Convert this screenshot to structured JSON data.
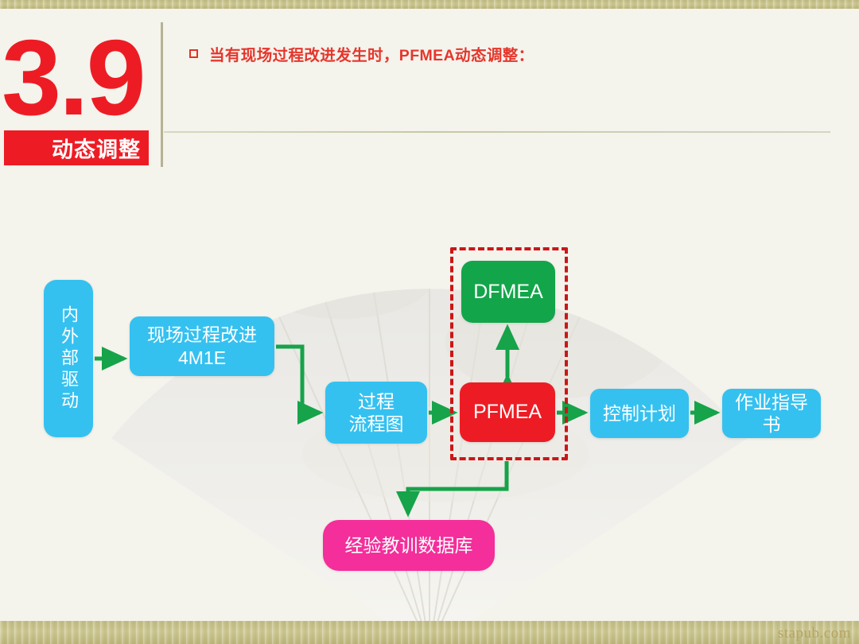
{
  "slide": {
    "section_number": "3.9",
    "section_label": "动态调整",
    "header_bullet_icon": "square-bullet-icon",
    "header_text": "当有现场过程改进发生时，PFMEA动态调整：",
    "watermark": "stapub.com"
  },
  "colors": {
    "accent_red": "#ed1c24",
    "blue": "#35c1f0",
    "green": "#13a54a",
    "pink": "#f42e9a",
    "arrow_green": "#16a34a",
    "dashed_red": "#cc1616",
    "frame_khaki": "#c2bd86",
    "background": "#f4f3ec"
  },
  "flow": {
    "nodes": [
      {
        "id": "drive",
        "label": "内外部驱动",
        "color": "blue",
        "orientation": "vertical"
      },
      {
        "id": "improve",
        "label": "现场过程改进\n4M1E",
        "color": "blue",
        "orientation": "horizontal"
      },
      {
        "id": "flowmap",
        "label": "过程\n流程图",
        "color": "blue",
        "orientation": "horizontal"
      },
      {
        "id": "dfmea",
        "label": "DFMEA",
        "color": "green",
        "orientation": "horizontal"
      },
      {
        "id": "pfmea",
        "label": "PFMEA",
        "color": "red",
        "orientation": "horizontal"
      },
      {
        "id": "control",
        "label": "控制计划",
        "color": "blue",
        "orientation": "horizontal"
      },
      {
        "id": "wi",
        "label": "作业指导书",
        "color": "blue",
        "orientation": "horizontal"
      },
      {
        "id": "lessons",
        "label": "经验教训数据库",
        "color": "pink",
        "orientation": "horizontal"
      }
    ],
    "edges": [
      {
        "from": "drive",
        "to": "improve",
        "style": "arrow"
      },
      {
        "from": "improve",
        "to": "flowmap",
        "style": "elbow-arrow"
      },
      {
        "from": "flowmap",
        "to": "pfmea",
        "style": "arrow"
      },
      {
        "from": "pfmea",
        "to": "dfmea",
        "style": "double-arrow-vertical"
      },
      {
        "from": "pfmea",
        "to": "control",
        "style": "arrow"
      },
      {
        "from": "control",
        "to": "wi",
        "style": "arrow"
      },
      {
        "from": "pfmea",
        "to": "lessons",
        "style": "elbow-arrow-down"
      }
    ],
    "highlight_group": {
      "label": "",
      "members": [
        "dfmea",
        "pfmea"
      ],
      "border": "dashed-red"
    }
  }
}
